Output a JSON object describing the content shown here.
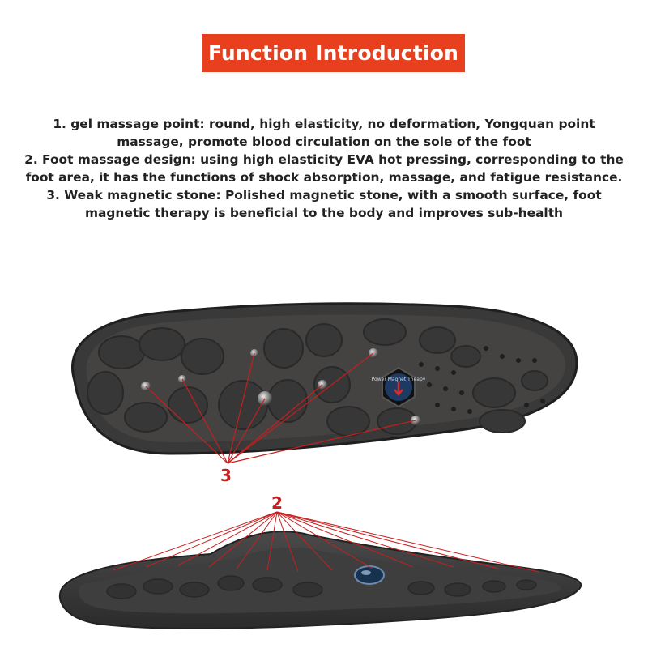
{
  "banner": {
    "title": "Function Introduction",
    "color": "#e8401f"
  },
  "features": [
    "1. gel massage point: round, high elasticity, no deformation, Yongquan point massage, promote blood circulation on the sole of the foot",
    "2. Foot massage design: using high elasticity EVA hot pressing, corresponding to the foot area, it has the functions of shock absorption, massage, and fatigue resistance.",
    "3. Weak magnetic stone: Polished magnetic stone, with a smooth surface, foot magnetic therapy is beneficial to the body and improves sub-health"
  ],
  "callouts": {
    "magnet_label": "3",
    "massage_label": "2",
    "color": "#c81e1e"
  },
  "magnet_badge": {
    "text": "Power Magnet Theapy"
  }
}
